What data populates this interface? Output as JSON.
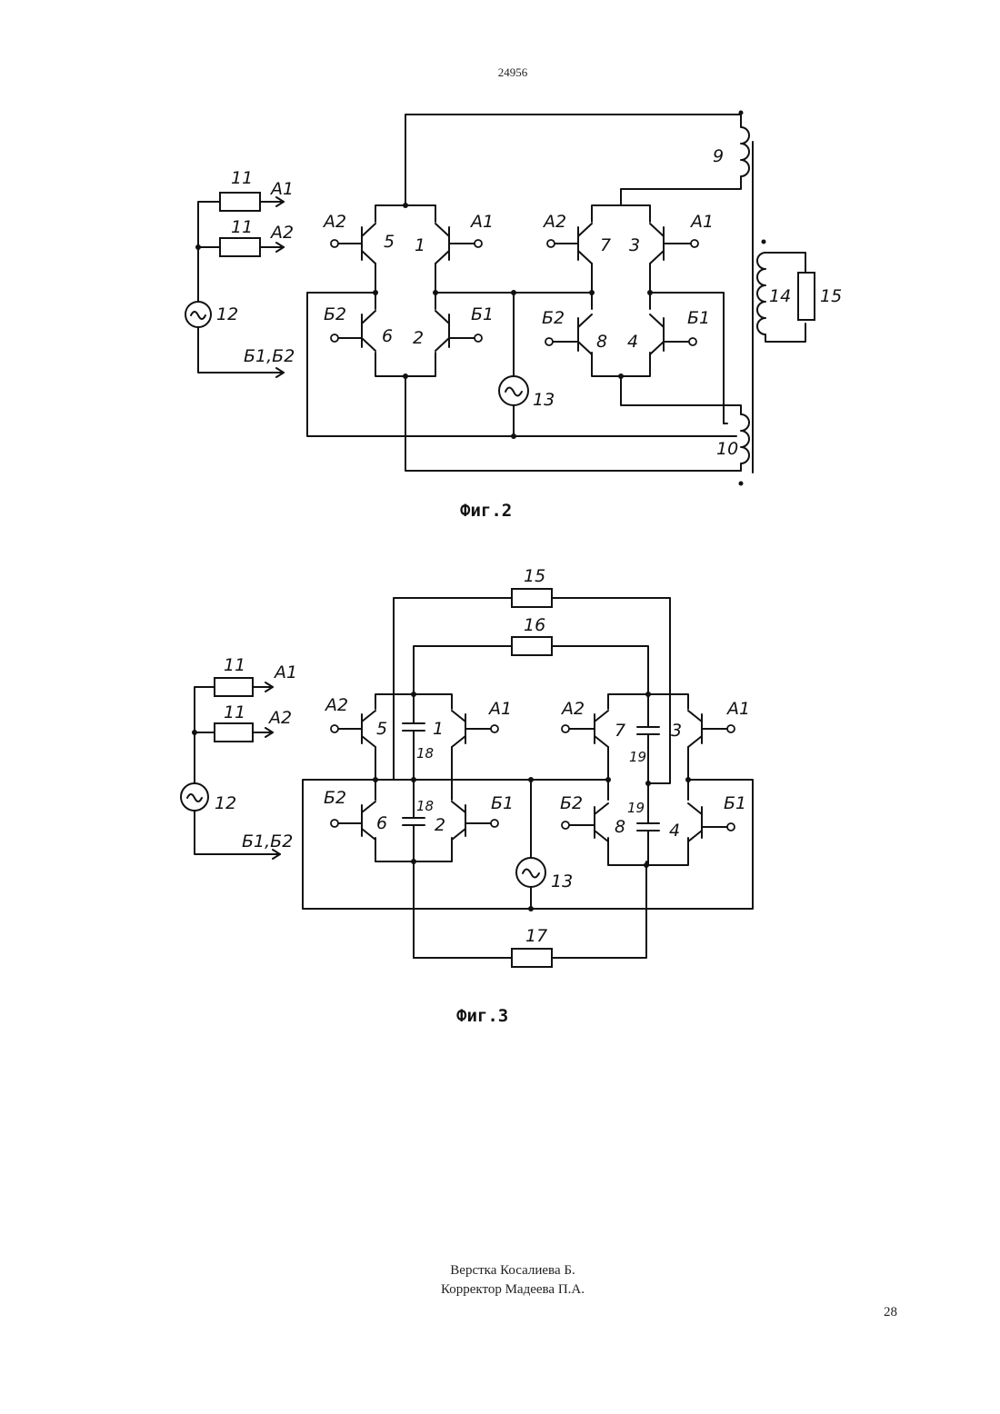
{
  "document_number": "24956",
  "page_number": "28",
  "credits": {
    "layout": "Верстка Косалиева Б.",
    "proofreader": "Корректор Мадеева П.А."
  },
  "figures": [
    {
      "caption": "Фиг.2",
      "labels": {
        "r11a": "11",
        "r11b": "11",
        "a1": "A1",
        "a2": "A2",
        "src12": "12",
        "b1b2": "Б1,Б2",
        "t5_a2": "A2",
        "t5": "5",
        "t1": "1",
        "t1_a1": "A1",
        "t6_b2": "Б2",
        "t6": "6",
        "t2": "2",
        "t2_b1": "Б1",
        "t7_a2": "A2",
        "t7": "7",
        "t3": "3",
        "t3_a1": "A1",
        "t8_b2": "Б2",
        "t8": "8",
        "t4": "4",
        "t4_b1": "Б1",
        "src13": "13",
        "coil9": "9",
        "coil10": "10",
        "coil14": "14",
        "r15": "15"
      }
    },
    {
      "caption": "Фиг.3",
      "labels": {
        "r11a": "11",
        "r11b": "11",
        "a1": "A1",
        "a2": "A2",
        "src12": "12",
        "b1b2": "Б1,Б2",
        "t5_a2": "A2",
        "t5": "5",
        "t1": "1",
        "t1_a1": "A1",
        "t6_b2": "Б2",
        "t6": "6",
        "t2": "2",
        "t2_b1": "Б1",
        "t7_a2": "A2",
        "t7": "7",
        "t3": "3",
        "t3_a1": "A1",
        "t8_b2": "Б2",
        "t8": "8",
        "t4": "4",
        "t4_b1": "Б1",
        "c18a": "18",
        "c18b": "18",
        "c19a": "19",
        "c19b": "19",
        "src13": "13",
        "r15": "15",
        "r16": "16",
        "r17": "17"
      }
    }
  ]
}
